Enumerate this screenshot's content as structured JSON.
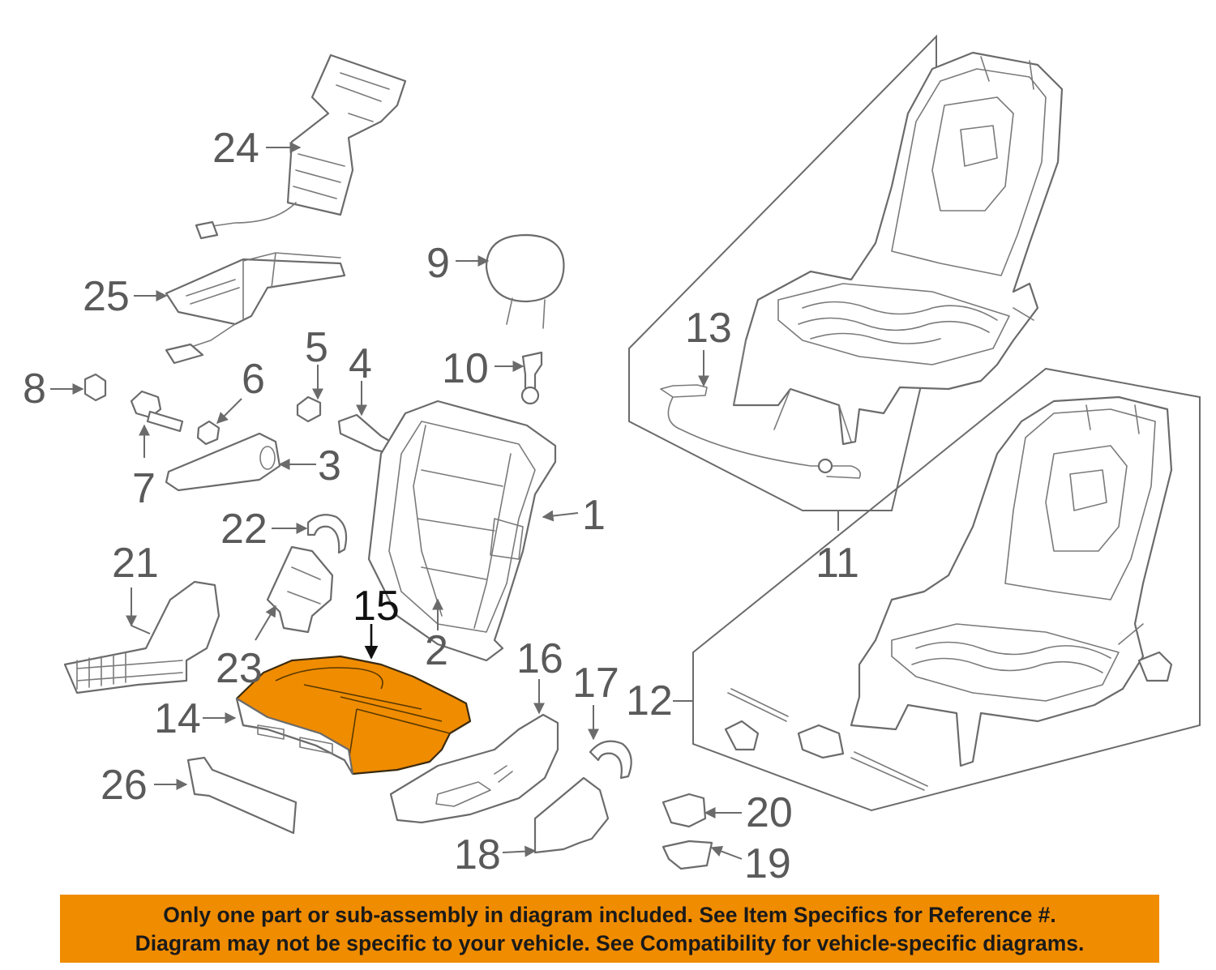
{
  "diagram": {
    "highlighted_part": "15",
    "accent_color": "#f08c00",
    "callouts": {
      "c1": "1",
      "c2": "2",
      "c3": "3",
      "c4": "4",
      "c5": "5",
      "c6": "6",
      "c7": "7",
      "c8": "8",
      "c9": "9",
      "c10": "10",
      "c11": "11",
      "c12": "12",
      "c13": "13",
      "c14": "14",
      "c15": "15",
      "c16": "16",
      "c17": "17",
      "c18": "18",
      "c19": "19",
      "c20": "20",
      "c21": "21",
      "c22": "22",
      "c23": "23",
      "c24": "24",
      "c25": "25",
      "c26": "26"
    }
  },
  "notice": {
    "line1": "Only one part or sub-assembly in diagram included. See Item Specifics for Reference #.",
    "line2": "Diagram may not be specific to your vehicle. See Compatibility for vehicle-specific diagrams."
  }
}
